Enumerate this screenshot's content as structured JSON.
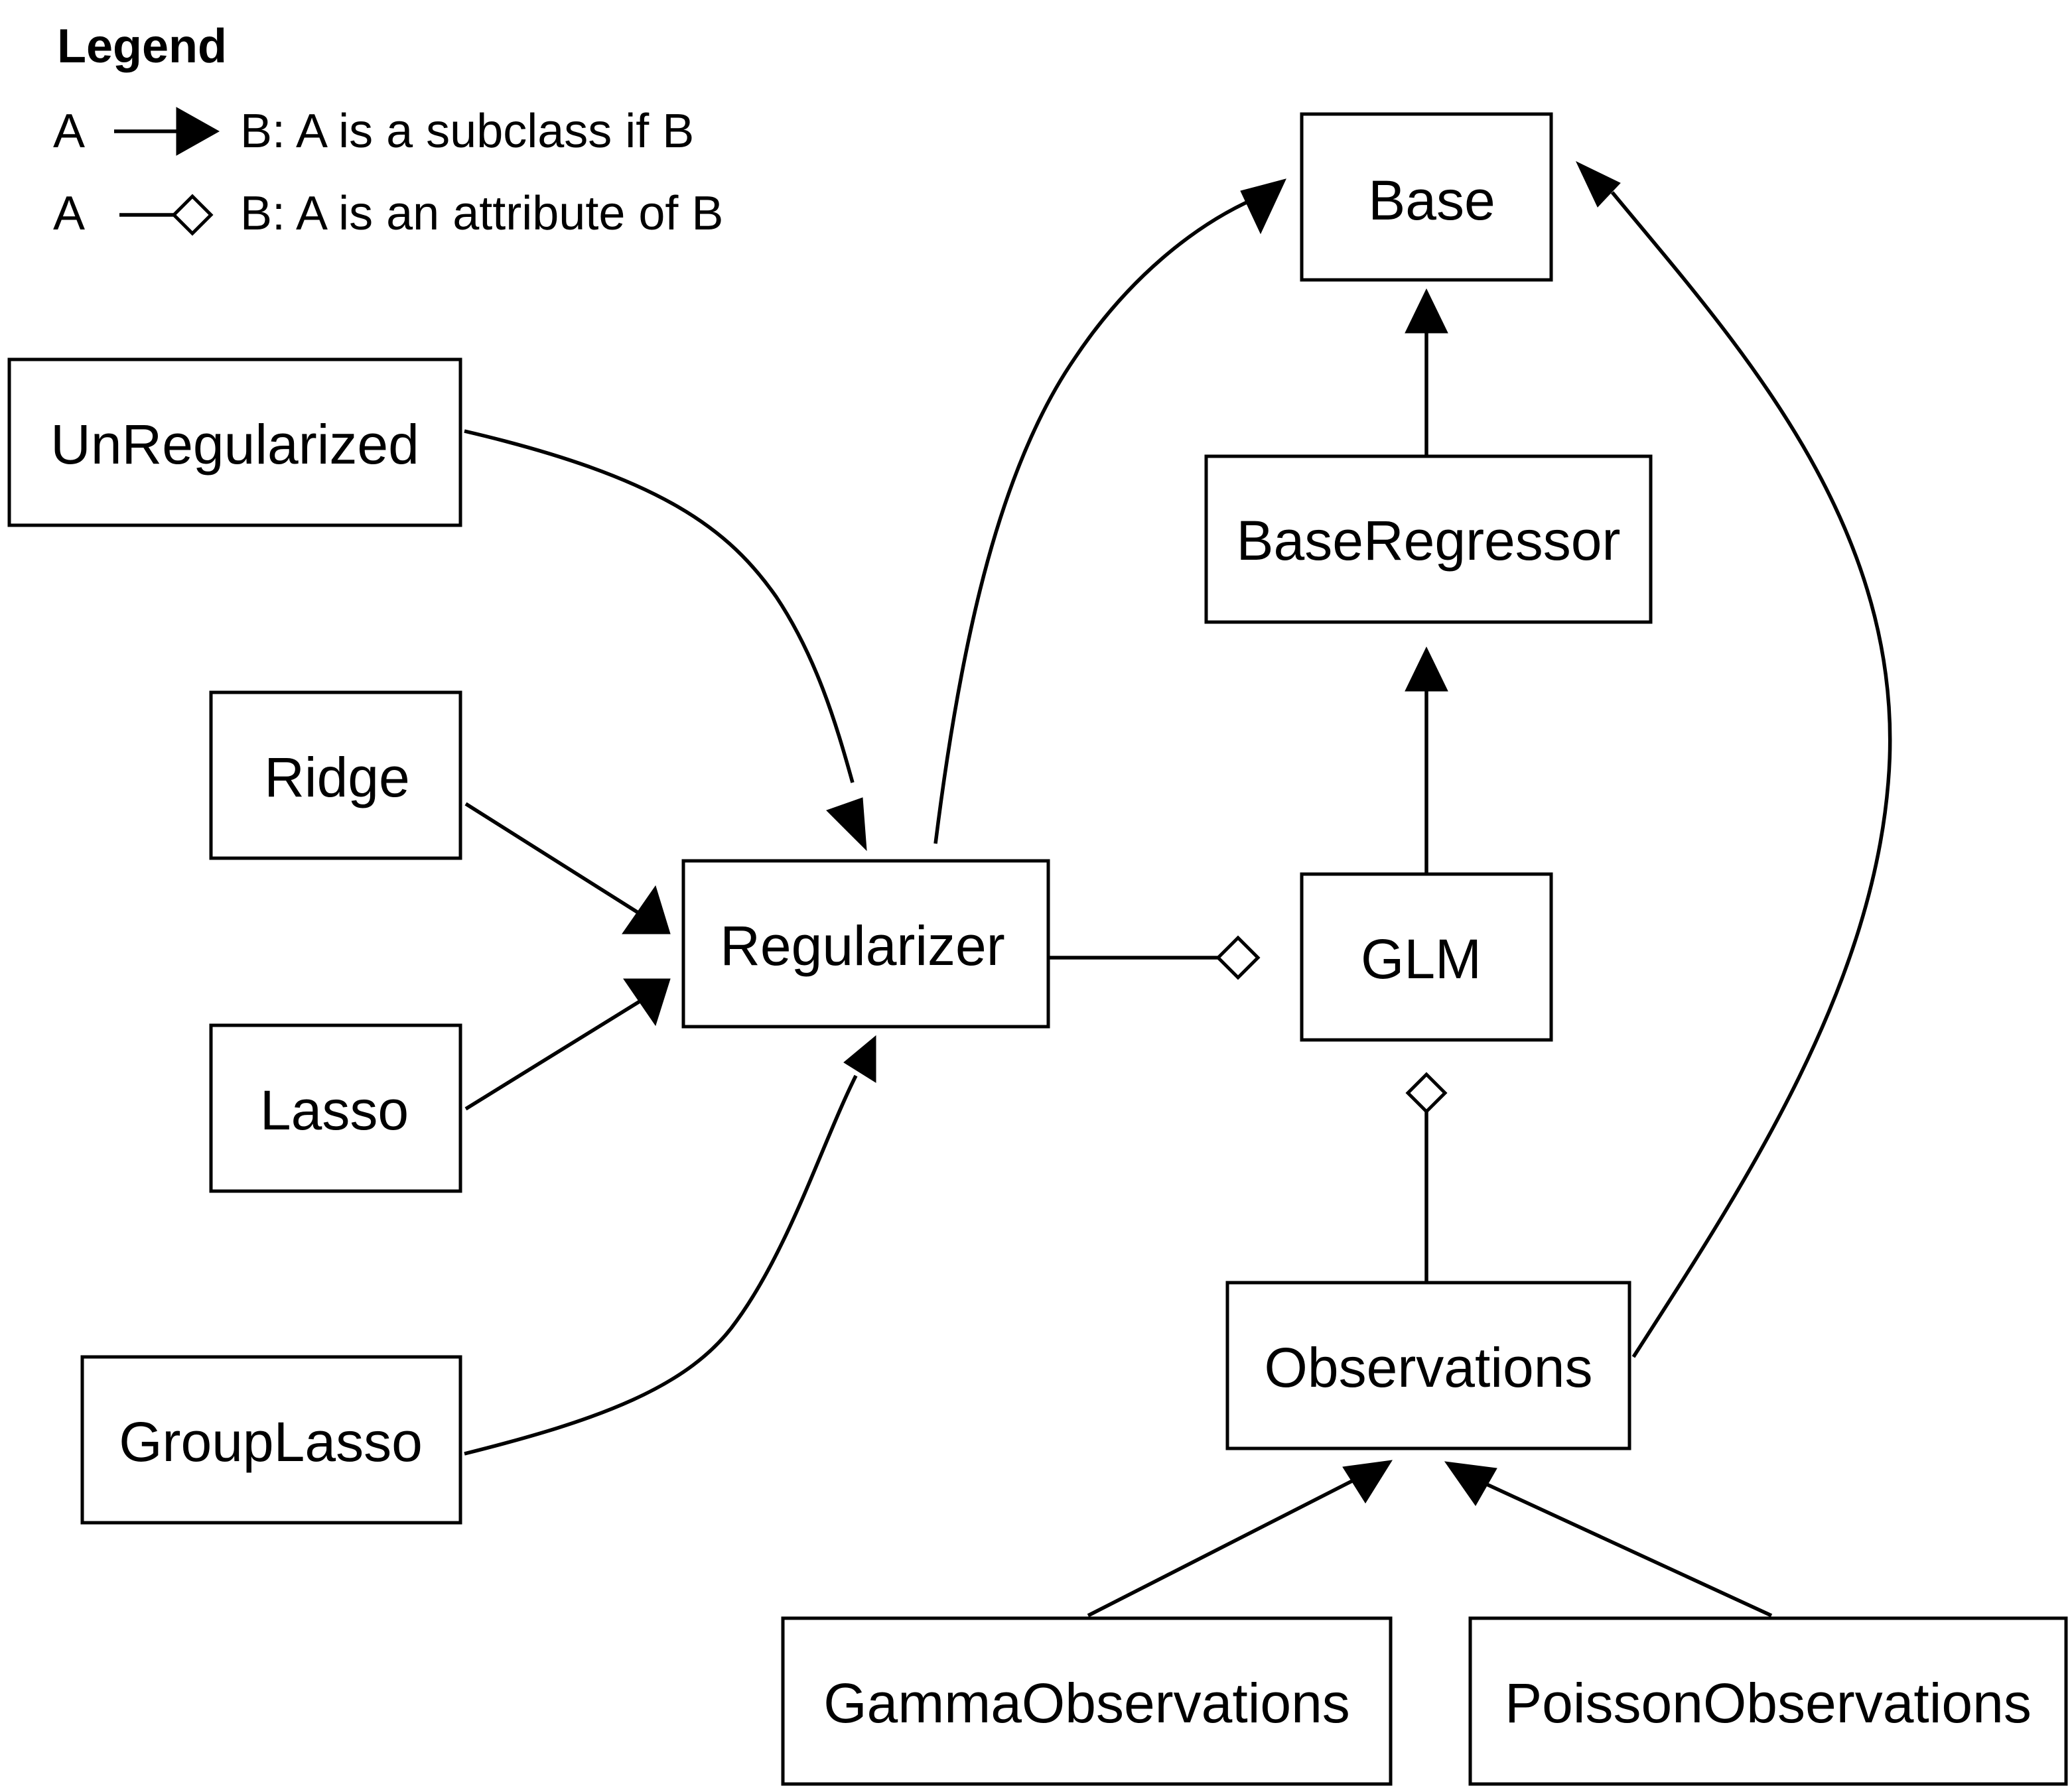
{
  "legend": {
    "title": "Legend",
    "subclass_left": "A",
    "subclass_text": "B: A is a subclass if B",
    "attribute_left": "A",
    "attribute_text": "B: A is an attribute of B"
  },
  "nodes": {
    "base": "Base",
    "base_regressor": "BaseRegressor",
    "glm": "GLM",
    "observations": "Observations",
    "gamma_observations": "GammaObservations",
    "poisson_observations": "PoissonObservations",
    "regularizer": "Regularizer",
    "unregularized": "UnRegularized",
    "ridge": "Ridge",
    "lasso": "Lasso",
    "group_lasso": "GroupLasso"
  },
  "relations": [
    {
      "from": "UnRegularized",
      "to": "Regularizer",
      "kind": "subclass"
    },
    {
      "from": "Ridge",
      "to": "Regularizer",
      "kind": "subclass"
    },
    {
      "from": "Lasso",
      "to": "Regularizer",
      "kind": "subclass"
    },
    {
      "from": "GroupLasso",
      "to": "Regularizer",
      "kind": "subclass"
    },
    {
      "from": "Regularizer",
      "to": "Base",
      "kind": "subclass"
    },
    {
      "from": "BaseRegressor",
      "to": "Base",
      "kind": "subclass"
    },
    {
      "from": "GLM",
      "to": "BaseRegressor",
      "kind": "subclass"
    },
    {
      "from": "Observations",
      "to": "Base",
      "kind": "subclass"
    },
    {
      "from": "GammaObservations",
      "to": "Observations",
      "kind": "subclass"
    },
    {
      "from": "PoissonObservations",
      "to": "Observations",
      "kind": "subclass"
    },
    {
      "from": "Regularizer",
      "to": "GLM",
      "kind": "attribute"
    },
    {
      "from": "Observations",
      "to": "GLM",
      "kind": "attribute"
    }
  ]
}
